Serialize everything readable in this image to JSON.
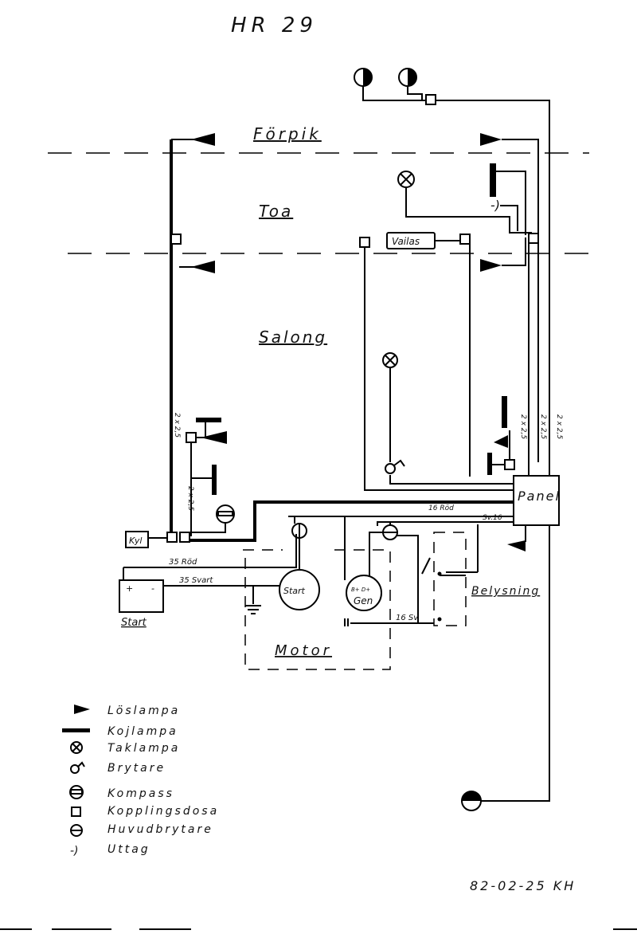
{
  "title": "HR 29",
  "zones": {
    "forepeak": "Förpik",
    "toilet": "Toa",
    "saloon": "Salong",
    "engine": "Motor"
  },
  "components": {
    "vattas": "Vailas",
    "panel": "Panel",
    "fridge": "Kyl",
    "battery": "Start",
    "starter": "Start",
    "generator": "Gen",
    "generator_terminals": "B+ D+",
    "lighting": "Belysning",
    "battery_plus": "+",
    "battery_minus": "-"
  },
  "wire_labels": {
    "red35": "35 Röd",
    "black35": "35 Svart",
    "red16": "16 Röd",
    "sv16": "Sv.16",
    "sv16b": "16 Sv",
    "cable1": "2 x 2,5",
    "cable2": "2 x 2,5",
    "cable3": "2 x 2,5",
    "cable4": "2 x 2,5",
    "cable5": "2 x 2,5"
  },
  "legend": [
    {
      "icon": "reading-lamp-icon",
      "label": "Löslampa"
    },
    {
      "icon": "bunk-lamp-icon",
      "label": "Kojlampa"
    },
    {
      "icon": "ceiling-lamp-icon",
      "label": "Taklampa"
    },
    {
      "icon": "switch-icon",
      "label": "Brytare"
    },
    {
      "icon": "compass-icon",
      "label": "Kompass"
    },
    {
      "icon": "junction-box-icon",
      "label": "Kopplingsdosa"
    },
    {
      "icon": "main-switch-icon",
      "label": "Huvudbrytare"
    },
    {
      "icon": "outlet-icon",
      "label": "Uttag"
    }
  ],
  "signature": "82-02-25 KH"
}
